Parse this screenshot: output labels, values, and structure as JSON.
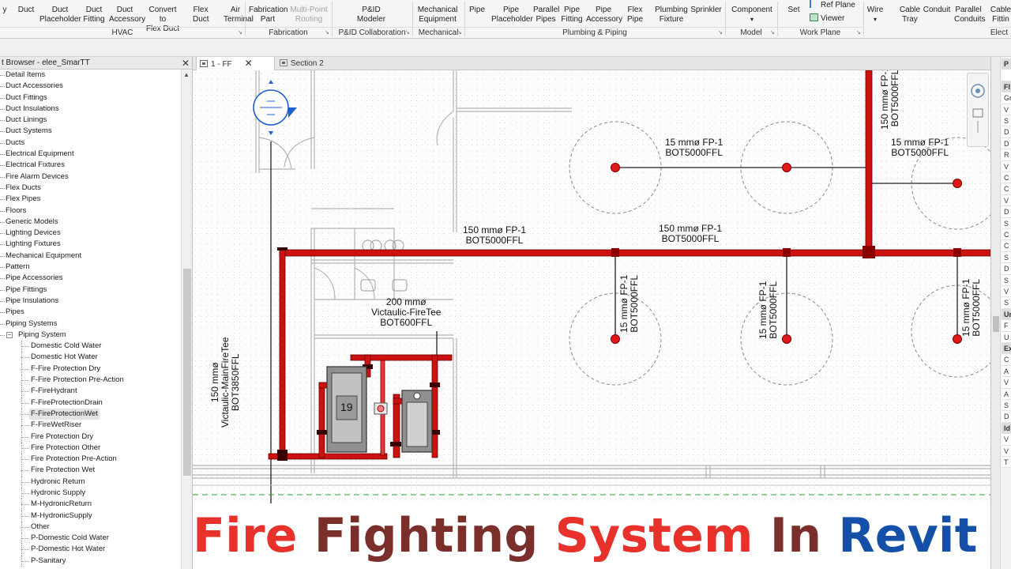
{
  "ribbon": {
    "tools": [
      {
        "id": "duct-partial",
        "label": "y",
        "label2": ""
      },
      {
        "id": "duct",
        "label": "Duct",
        "label2": ""
      },
      {
        "id": "duct-placeholder",
        "label": "Duct",
        "label2": "Placeholder"
      },
      {
        "id": "duct-fitting",
        "label": "Duct",
        "label2": "Fitting"
      },
      {
        "id": "duct-accessory",
        "label": "Duct",
        "label2": "Accessory"
      },
      {
        "id": "convert-flex",
        "label": "Convert to",
        "label2": "Flex Duct"
      },
      {
        "id": "flex-duct",
        "label": "Flex",
        "label2": "Duct"
      },
      {
        "id": "air-terminal",
        "label": "Air",
        "label2": "Terminal"
      },
      {
        "id": "fabrication-part",
        "label": "Fabrication",
        "label2": "Part"
      },
      {
        "id": "multi-point-routing",
        "label": "Multi-Point",
        "label2": "Routing"
      },
      {
        "id": "pid-modeler",
        "label": "P&ID Modeler",
        "label2": ""
      },
      {
        "id": "mechanical-equipment",
        "label": "Mechanical",
        "label2": "Equipment"
      },
      {
        "id": "pipe",
        "label": "Pipe",
        "label2": ""
      },
      {
        "id": "pipe-placeholder",
        "label": "Pipe",
        "label2": "Placeholder"
      },
      {
        "id": "parallel-pipes",
        "label": "Parallel",
        "label2": "Pipes"
      },
      {
        "id": "pipe-fitting",
        "label": "Pipe",
        "label2": "Fitting"
      },
      {
        "id": "pipe-accessory",
        "label": "Pipe",
        "label2": "Accessory"
      },
      {
        "id": "flex-pipe",
        "label": "Flex",
        "label2": "Pipe"
      },
      {
        "id": "plumbing-fixture",
        "label": "Plumbing",
        "label2": "Fixture"
      },
      {
        "id": "sprinkler",
        "label": "Sprinkler",
        "label2": ""
      },
      {
        "id": "component",
        "label": "Component",
        "label2": ""
      },
      {
        "id": "set",
        "label": "Set",
        "label2": ""
      },
      {
        "id": "wire",
        "label": "Wire",
        "label2": ""
      },
      {
        "id": "cable-tray",
        "label": "Cable",
        "label2": "Tray"
      },
      {
        "id": "conduit",
        "label": "Conduit",
        "label2": ""
      },
      {
        "id": "parallel-conduits",
        "label": "Parallel",
        "label2": "Conduits"
      },
      {
        "id": "cable-fitting",
        "label": "Cable",
        "label2": "Fittin"
      }
    ],
    "mini": {
      "ref_plane": "Ref  Plane",
      "viewer": "Viewer"
    },
    "panels": [
      "HVAC",
      "Fabrication",
      "P&ID Collaboration",
      "Mechanical",
      "Plumbing & Piping",
      "Model",
      "Work Plane",
      "Elect"
    ]
  },
  "browser": {
    "title": "t Browser - elee_SmarTT",
    "items": [
      {
        "label": "Detail Items",
        "level": 0
      },
      {
        "label": "Duct Accessories",
        "level": 0
      },
      {
        "label": "Duct Fittings",
        "level": 0
      },
      {
        "label": "Duct Insulations",
        "level": 0
      },
      {
        "label": "Duct Linings",
        "level": 0
      },
      {
        "label": "Duct Systems",
        "level": 0
      },
      {
        "label": "Ducts",
        "level": 0
      },
      {
        "label": "Electrical Equipment",
        "level": 0
      },
      {
        "label": "Electrical Fixtures",
        "level": 0
      },
      {
        "label": "Fire Alarm Devices",
        "level": 0
      },
      {
        "label": "Flex Ducts",
        "level": 0
      },
      {
        "label": "Flex Pipes",
        "level": 0
      },
      {
        "label": "Floors",
        "level": 0
      },
      {
        "label": "Generic Models",
        "level": 0
      },
      {
        "label": "Lighting Devices",
        "level": 0
      },
      {
        "label": "Lighting Fixtures",
        "level": 0
      },
      {
        "label": "Mechanical Equipment",
        "level": 0
      },
      {
        "label": "Pattern",
        "level": 0
      },
      {
        "label": "Pipe Accessories",
        "level": 0
      },
      {
        "label": "Pipe Fittings",
        "level": 0
      },
      {
        "label": "Pipe Insulations",
        "level": 0
      },
      {
        "label": "Pipes",
        "level": 0
      },
      {
        "label": "Piping Systems",
        "level": 0
      },
      {
        "label": "Piping System",
        "level": 1,
        "expanded": true
      },
      {
        "label": "Domestic Cold Water",
        "level": 2
      },
      {
        "label": "Domestic Hot Water",
        "level": 2
      },
      {
        "label": "F-Fire Protection Dry",
        "level": 2
      },
      {
        "label": "F-Fire Protection Pre-Action",
        "level": 2
      },
      {
        "label": "F-FireHydrant",
        "level": 2
      },
      {
        "label": "F-FireProtectionDrain",
        "level": 2
      },
      {
        "label": "F-FireProtectionWet",
        "level": 2,
        "selected": true
      },
      {
        "label": "F-FireWetRiser",
        "level": 2
      },
      {
        "label": "Fire Protection Dry",
        "level": 2
      },
      {
        "label": "Fire Protection Other",
        "level": 2
      },
      {
        "label": "Fire Protection Pre-Action",
        "level": 2
      },
      {
        "label": "Fire Protection Wet",
        "level": 2
      },
      {
        "label": "Hydronic Return",
        "level": 2
      },
      {
        "label": "Hydronic Supply",
        "level": 2
      },
      {
        "label": "M-HydronicReturn",
        "level": 2
      },
      {
        "label": "M-HydronicSupply",
        "level": 2
      },
      {
        "label": "Other",
        "level": 2
      },
      {
        "label": "P-Domestic Cold Water",
        "level": 2
      },
      {
        "label": "P-Domestic Hot Water",
        "level": 2
      },
      {
        "label": "P-Sanitary",
        "level": 2
      }
    ]
  },
  "tabs": [
    {
      "label": "1 - FF",
      "active": true
    },
    {
      "label": "Section 2",
      "active": false
    }
  ],
  "drawing": {
    "pipe_color": "#cc1111",
    "labels": {
      "top_branch": "15 mmø FP-1\nBOT5000FFL",
      "top_right_branch": "15 mmø FP-1\nBOT5000FFL",
      "main_left": "150 mmø FP-1\nBOT5000FFL",
      "main_right": "150 mmø FP-1\nBOT5000FFL",
      "tee": "200 mmø\nVictaulic-FireTee\nBOT600FFL",
      "riser_vertical": "150 mmø FP-1\nBOT5000FFL",
      "drop_1": "15 mmø FP-1\nBOT5000FFL",
      "drop_2": "15 mmø FP-1\nBOT5000FFL",
      "drop_3": "15 mmø FP-1\nBOT5000FFL",
      "main_tee_vertical": "150 mmø\nVictaulic-MainFireTee\nBOT3850FFL",
      "equipment_tag": "19"
    }
  },
  "title_overlay": {
    "words": [
      {
        "text": "Fire ",
        "color": "#e8312b"
      },
      {
        "text": "Fighting ",
        "color": "#7a2f2a"
      },
      {
        "text": "System ",
        "color": "#e8312b"
      },
      {
        "text": "In ",
        "color": "#7a2f2a"
      },
      {
        "text": "Revit",
        "color": "#1450a8"
      }
    ]
  },
  "properties": {
    "cells": [
      "P",
      "",
      "Fl",
      "Gr",
      "V",
      "S",
      "D",
      "D",
      "R",
      "V",
      "C",
      "C",
      "V",
      "D",
      "S",
      "C",
      "C",
      "S",
      "D",
      "S",
      "V",
      "S",
      "Ur",
      "F",
      "U",
      "Ex",
      "C",
      "A",
      "V",
      "A",
      "S",
      "D",
      "Id",
      "V",
      "V",
      "T"
    ]
  }
}
